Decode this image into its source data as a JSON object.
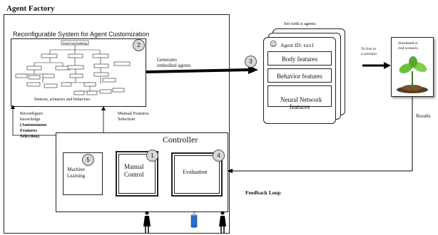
{
  "title": "Agent Factory",
  "reconfig": {
    "title": "Reconfigurable System for Agent Customization",
    "caption": "Sensors, actuators and behaviors",
    "tree_root": "Smart Fuel Monitoring"
  },
  "badges": {
    "b1": "1",
    "b2": "2",
    "b3": "3",
    "b4": "4",
    "b5": "5"
  },
  "generates": "Generates\nembodied agents",
  "set_label": "Set with n agents",
  "agent": {
    "id": "Agent ID: xxx1",
    "body": "Body features",
    "behavior": "Behavior features",
    "neural": "Neural Network\nfeatures"
  },
  "live_label": "To live in\na scenario",
  "scenario_label": "Simulated or\nreal scenario",
  "results": "Results",
  "reconfigure_text": "Reconfigure\nknowledge",
  "autonomous_text": "(Autonomous\nFeatures\nSelection)",
  "manual_sel": "Manual Features\nSelection",
  "controller": {
    "title": "Controller",
    "ml": "Machine\nLearning",
    "manual": "Manual\nControl",
    "eval": "Evaluation"
  },
  "feedback": "Feedback Loop",
  "icons": [
    "person-icon",
    "database-icon",
    "person-icon",
    "plant-icon",
    "smiley-icon"
  ]
}
